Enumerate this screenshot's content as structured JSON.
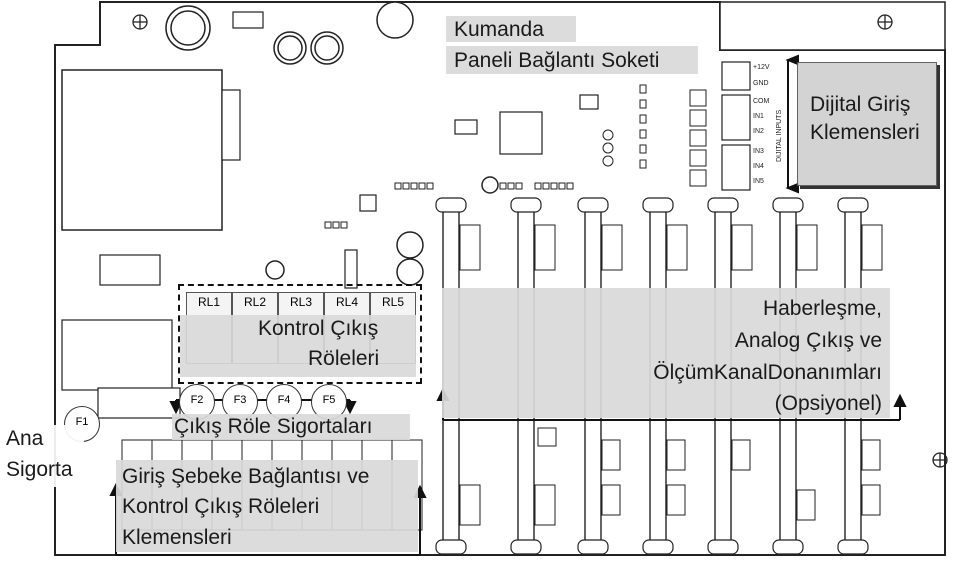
{
  "labels": {
    "kumanda_line1": "Kumanda",
    "kumanda_line2": "Paneli Bağlantı Soketi",
    "dijital_line1": "Dijital Giriş",
    "dijital_line2": "Klemensleri",
    "kontrol_line1": "Kontrol Çıkış",
    "kontrol_line2": "Röleleri",
    "haber_line1": "Haberleşme,",
    "haber_line2": "Analog Çıkış ve",
    "haber_line3": "ÖlçümKanalDonanımları",
    "haber_line4": "(Opsiyonel)",
    "sigorta_label": "Çıkış Röle Sigortaları",
    "ana_line1": "Ana",
    "ana_line2": "Sigorta",
    "giris_line1": "Giriş Şebeke Bağlantısı ve",
    "giris_line2": "Kontrol Çıkış Röleleri",
    "giris_line3": "Klemensleri"
  },
  "terminal_labels": [
    "+12V",
    "GND",
    "COM",
    "IN1",
    "IN2",
    "IN3",
    "IN4",
    "IN5"
  ],
  "digital_inputs_label": "DIJITAL INPUTS",
  "relays": [
    "RL1",
    "RL2",
    "RL3",
    "RL4",
    "RL5"
  ],
  "fuses": [
    "F2",
    "F3",
    "F4",
    "F5"
  ],
  "main_fuse": "F1"
}
